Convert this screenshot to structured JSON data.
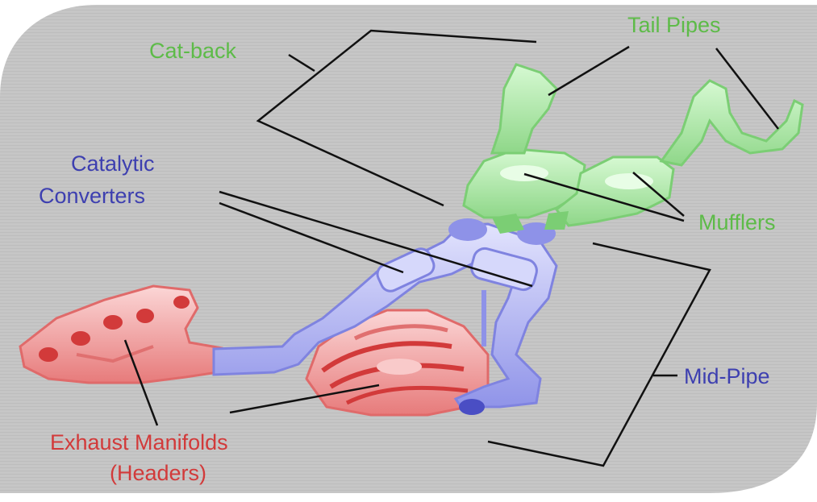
{
  "labels": {
    "cat_back": "Cat-back",
    "tail_pipes": "Tail Pipes",
    "catalytic_1": "Catalytic",
    "catalytic_2": "Converters",
    "mufflers": "Mufflers",
    "mid_pipe": "Mid-Pipe",
    "manifolds_1": "Exhaust Manifolds",
    "manifolds_2": "(Headers)"
  },
  "colors": {
    "background_panel": "#c9c9c9",
    "cat_back_green": "#5dbb48",
    "catalytic_blue": "#3d3fb0",
    "manifold_red": "#d23a3a",
    "green_part": "#b5f0b0",
    "blue_part": "#b8baf6",
    "red_part": "#f4a8a8"
  }
}
